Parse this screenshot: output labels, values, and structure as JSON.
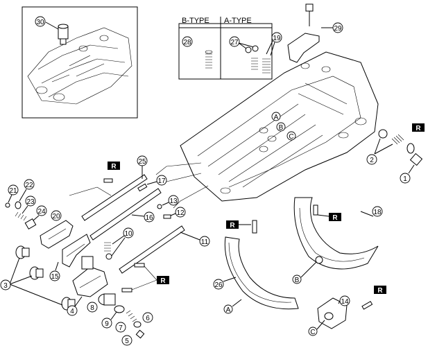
{
  "inset_callout": "30",
  "type_box": {
    "b_type": "B-TYPE",
    "a_type": "A-TYPE",
    "b_num": "28",
    "a_num": "27",
    "a_num2": "19"
  },
  "callouts": {
    "c1": "1",
    "c2": "2",
    "c3": "3",
    "c4": "4",
    "c5": "5",
    "c6": "6",
    "c7": "7",
    "c8": "8",
    "c9": "9",
    "c10": "10",
    "c11": "11",
    "c12": "12",
    "c13": "13",
    "c14": "14",
    "c15": "15",
    "c16": "16",
    "c17": "17",
    "c18": "18",
    "c20": "20",
    "c21": "21",
    "c22": "22",
    "c23": "23",
    "c24": "24",
    "c25": "25",
    "c26": "26",
    "c29": "29"
  },
  "letters": {
    "A": "A",
    "B": "B",
    "C": "C"
  },
  "replace_mark": "R"
}
